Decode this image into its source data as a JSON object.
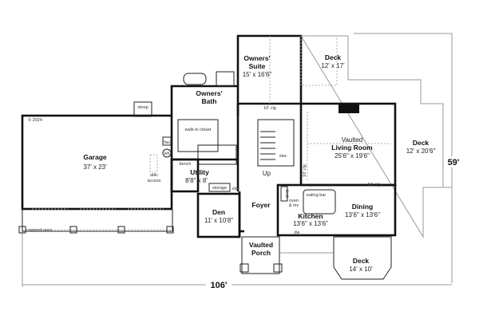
{
  "copyright": "© 2024",
  "rooms": {
    "garage": {
      "name": "Garage",
      "size": "37' x 23'"
    },
    "owners_suite": {
      "name1": "Owners'",
      "name2": "Suite",
      "size": "15' x 16'6\""
    },
    "owners_bath": {
      "name1": "Owners'",
      "name2": "Bath"
    },
    "deck_top": {
      "name": "Deck",
      "size": "12' x 17'"
    },
    "living": {
      "prefix": "Vaulted",
      "name": "Living Room",
      "size": "25'6\" x 19'6\""
    },
    "deck_right": {
      "name": "Deck",
      "size": "12' x 20'6\""
    },
    "utility": {
      "name": "Utility",
      "size": "8'8\" x 8'"
    },
    "den": {
      "name": "Den",
      "size": "11' x 10'8\""
    },
    "foyer": {
      "name": "Foyer"
    },
    "kitchen": {
      "name": "Kitchen",
      "size": "13'6\" x 13'6\""
    },
    "dining": {
      "name": "Dining",
      "size": "13'6\" x 13'6\""
    },
    "porch": {
      "name1": "Vaulted",
      "name2": "Porch"
    },
    "deck_bottom": {
      "name": "Deck",
      "size": "14' x 10'"
    }
  },
  "notes": {
    "stoop": "stoop",
    "walk_in_closet": "walk-in closet",
    "fau": "fau",
    "wh": "wh",
    "attic1": "attic",
    "attic2": "access",
    "bench": "bench",
    "storage": "storage",
    "stor_utility": "stor.",
    "stor_stair": "stor.",
    "up": "Up",
    "clg_suite": "10' clg",
    "clg_living_v": "10' clg",
    "clg_living_h": "10' clg",
    "desk": "desk",
    "oven1": "oven",
    "oven2": "& mv",
    "eating_bar": "eating bar",
    "dw": "dw",
    "covered_area": "covered area"
  },
  "dimensions": {
    "width": "106'",
    "depth": "59'"
  }
}
